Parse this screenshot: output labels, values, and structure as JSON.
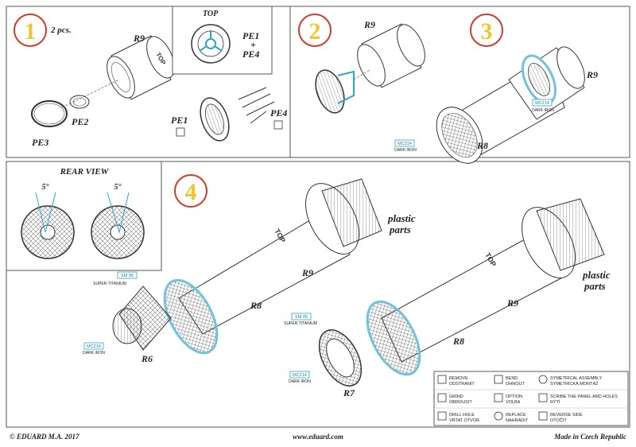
{
  "steps": [
    {
      "number": "1",
      "note": "2 pcs."
    },
    {
      "number": "2"
    },
    {
      "number": "3"
    },
    {
      "number": "4"
    }
  ],
  "parts": {
    "r9": "R9",
    "r8": "R8",
    "r7": "R7",
    "r6": "R6",
    "pe1": "PE1",
    "pe2": "PE2",
    "pe3": "PE3",
    "pe4": "PE4",
    "pe1_plus": "PE1",
    "plus": "+",
    "pe4_plus": "PE4"
  },
  "top_view": {
    "title": "TOP"
  },
  "rear_view": {
    "title": "REAR VIEW",
    "angle_left": "5°",
    "angle_right": "5°"
  },
  "plastic_parts": {
    "line1": "plastic",
    "line2": "parts"
  },
  "top_stamp": "TOP",
  "callouts": {
    "mc214_code": "MC214",
    "mc214_name": "DARK IRON",
    "sm05_code": "SM 05",
    "sm05_name": "SUPER TITANIUM"
  },
  "legend": [
    {
      "icon": "remove-icon",
      "line1": "REMOVE",
      "line2": "ODSTRANIT"
    },
    {
      "icon": "bend-icon",
      "line1": "BEND",
      "line2": "OHNOUT"
    },
    {
      "icon": "symmetrical-icon",
      "line1": "SYMETRICAL ASSEMBLY",
      "line2": "SYMETRICKÁ MONTÁŽ"
    },
    {
      "icon": "grind-icon",
      "line1": "GRIND",
      "line2": "OBROUSIT"
    },
    {
      "icon": "option-icon",
      "line1": "OPTION",
      "line2": "VOLBA"
    },
    {
      "icon": "scribe-icon",
      "line1": "SCRIBE THE PANEL AND HOLES",
      "line2": "RÝTÍ"
    },
    {
      "icon": "drill-icon",
      "line1": "DRILL HOLE",
      "line2": "VRTAT OTVOR"
    },
    {
      "icon": "replace-icon",
      "line1": "REPLACE",
      "line2": "NAHRADIT"
    },
    {
      "icon": "reverse-icon",
      "line1": "REVERSE SIDE",
      "line2": "OTOČIT"
    }
  ],
  "footer": {
    "copyright": "© EDUARD  M.A. 2017",
    "website": "www.eduard.com",
    "origin": "Made in Czech Republic"
  },
  "colors": {
    "callout": "#2ba5cf",
    "blue_ring": "#6fc3dd",
    "step_circle": "#d23a2a",
    "step_number": "#f2c52b"
  }
}
